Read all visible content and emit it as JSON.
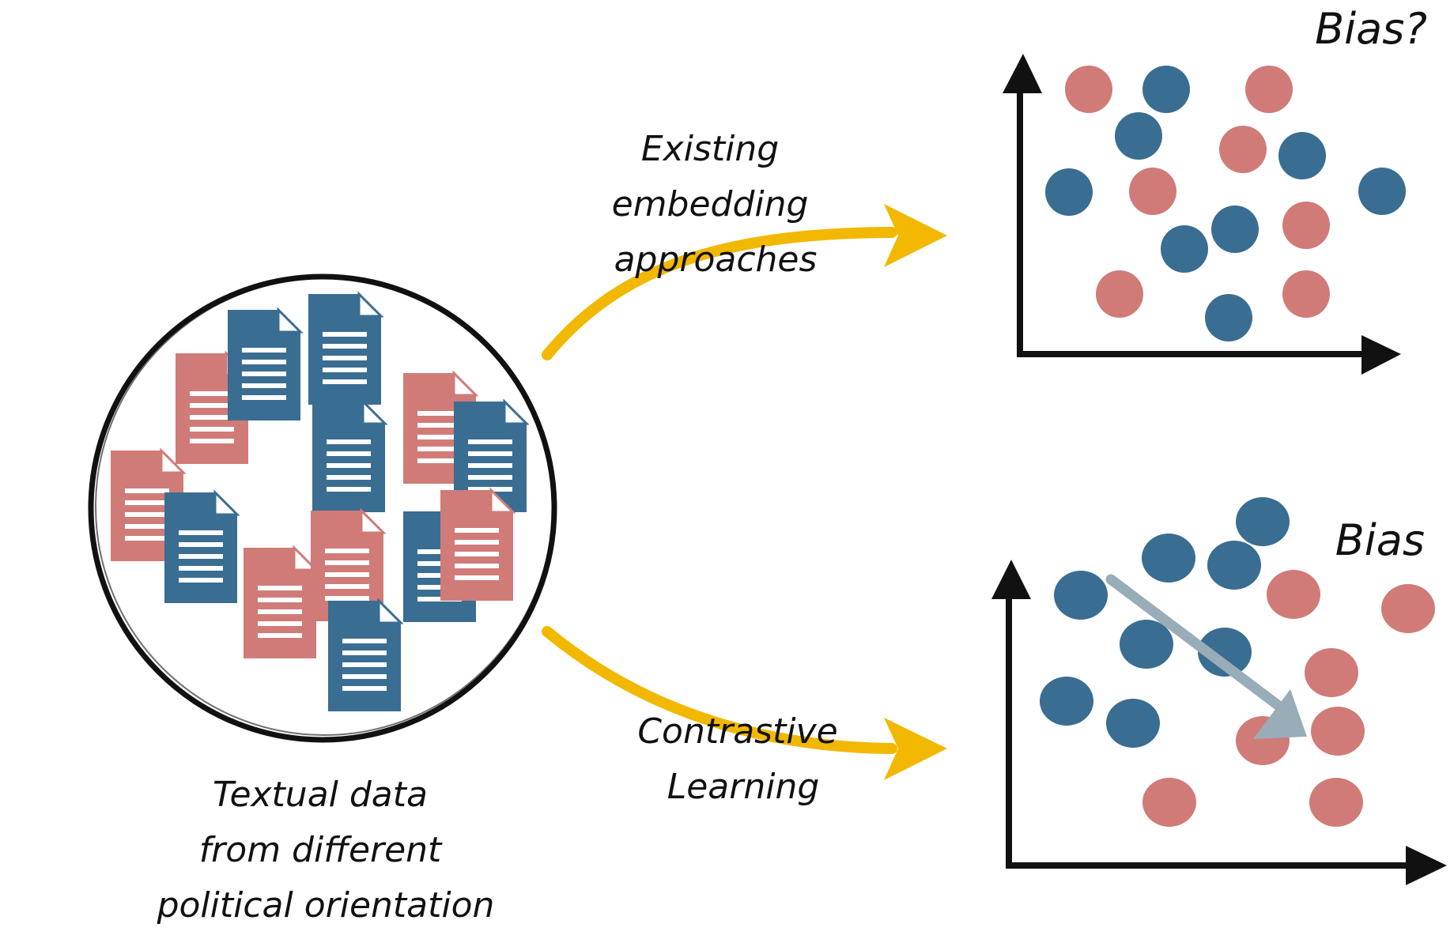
{
  "colors": {
    "red": "#d07b78",
    "blue": "#3a6d92",
    "arrow_yellow": "#f2b800",
    "bias_arrow": "#98adb8",
    "ink": "#111111"
  },
  "labels": {
    "source": [
      "Textual data",
      "from different",
      "political orientation"
    ],
    "top_method": [
      "Existing",
      "embedding",
      "approaches"
    ],
    "bottom_method": [
      "Contrastive",
      "Learning"
    ],
    "top_plot_title": "Bias?",
    "bottom_plot_title": "Bias"
  },
  "documents": [
    {
      "color": "red"
    },
    {
      "color": "blue"
    },
    {
      "color": "blue"
    },
    {
      "color": "red"
    },
    {
      "color": "blue"
    },
    {
      "color": "red"
    },
    {
      "color": "blue"
    },
    {
      "color": "blue"
    },
    {
      "color": "red"
    },
    {
      "color": "blue"
    },
    {
      "color": "red"
    },
    {
      "color": "red"
    },
    {
      "color": "blue"
    }
  ],
  "top_plot_points": [
    {
      "color": "red"
    },
    {
      "color": "blue"
    },
    {
      "color": "red"
    },
    {
      "color": "blue"
    },
    {
      "color": "red"
    },
    {
      "color": "blue"
    },
    {
      "color": "blue"
    },
    {
      "color": "red"
    },
    {
      "color": "blue"
    },
    {
      "color": "blue"
    },
    {
      "color": "red"
    },
    {
      "color": "blue"
    },
    {
      "color": "red"
    },
    {
      "color": "red"
    },
    {
      "color": "blue"
    }
  ],
  "bottom_plot_points": [
    {
      "color": "blue"
    },
    {
      "color": "blue"
    },
    {
      "color": "blue"
    },
    {
      "color": "blue"
    },
    {
      "color": "red"
    },
    {
      "color": "red"
    },
    {
      "color": "blue"
    },
    {
      "color": "blue"
    },
    {
      "color": "red"
    },
    {
      "color": "blue"
    },
    {
      "color": "blue"
    },
    {
      "color": "red"
    },
    {
      "color": "red"
    },
    {
      "color": "red"
    },
    {
      "color": "red"
    }
  ]
}
